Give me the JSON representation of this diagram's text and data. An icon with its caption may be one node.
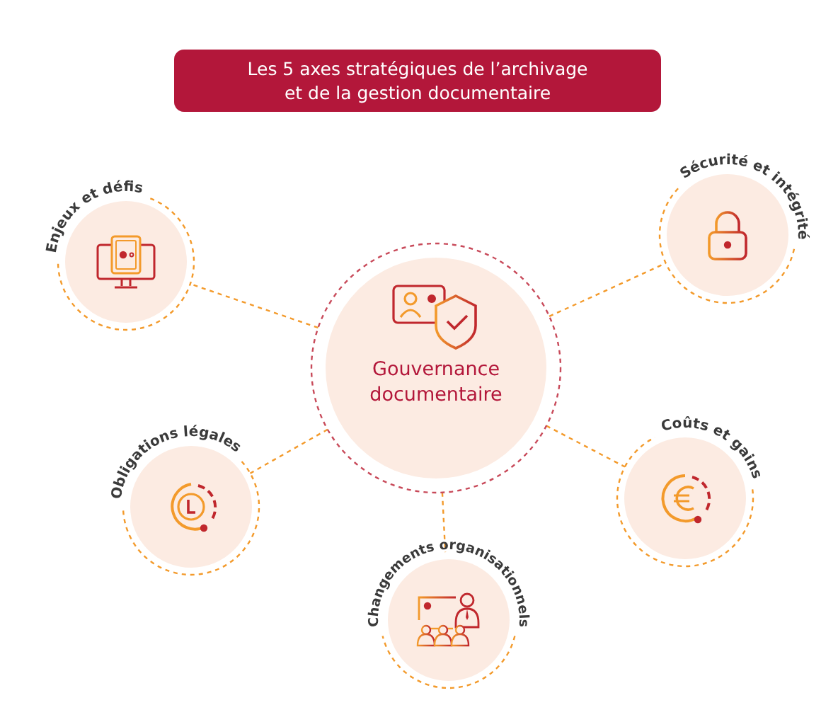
{
  "diagram": {
    "title": "Les 5 axes stratégiques de l’archivage et de la gestion documentaire",
    "nodes": [
      {
        "text": [
          "Gouvernance documentaire"
        ]
      },
      {
        "text": [
          "Enjeux et défis"
        ]
      },
      {
        "text": [
          "Sécurité et intégrité"
        ]
      },
      {
        "text": [
          "Obligations légales"
        ]
      },
      {
        "text": [
          "Coûts et gains"
        ]
      },
      {
        "text": [
          "Changements organisationnels"
        ]
      }
    ],
    "edges": [
      {
        "from": 0,
        "to": 1,
        "arrow": "none",
        "style": "dashed"
      },
      {
        "from": 0,
        "to": 2,
        "arrow": "none",
        "style": "dashed"
      },
      {
        "from": 0,
        "to": 3,
        "arrow": "none",
        "style": "dashed"
      },
      {
        "from": 0,
        "to": 4,
        "arrow": "none",
        "style": "dashed"
      },
      {
        "from": 0,
        "to": 5,
        "arrow": "none",
        "style": "dashed"
      }
    ]
  }
}
